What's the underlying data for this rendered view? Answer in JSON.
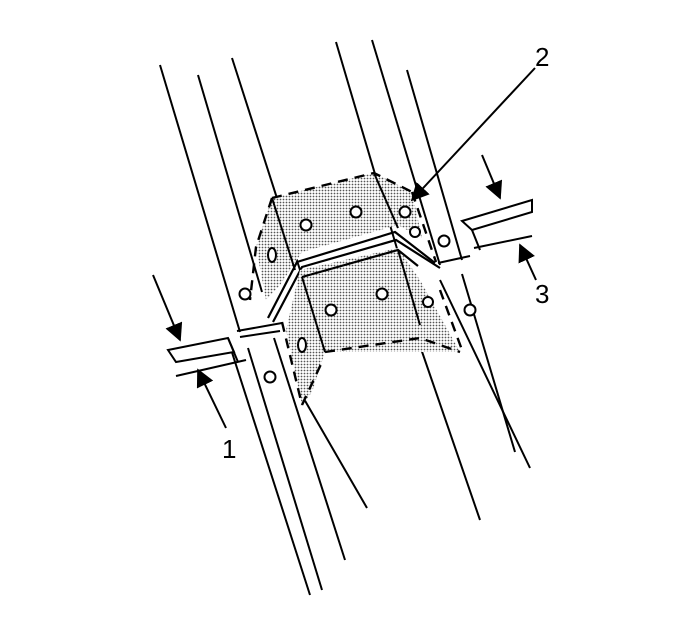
{
  "diagram": {
    "callouts": [
      {
        "id": "1",
        "label": "1"
      },
      {
        "id": "2",
        "label": "2"
      },
      {
        "id": "3",
        "label": "3"
      }
    ],
    "colors": {
      "line": "#000000",
      "background": "#ffffff",
      "reinforcement_fill": "#bdbdbd"
    }
  }
}
